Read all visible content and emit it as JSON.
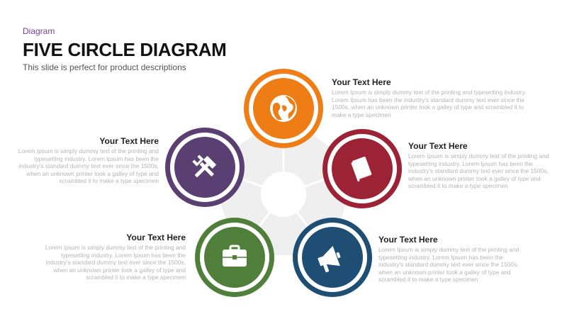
{
  "header": {
    "kicker": "Diagram",
    "title": "FIVE CIRCLE DIAGRAM",
    "subtitle": "This slide is perfect for product descriptions"
  },
  "colors": {
    "orange": "#ee7d16",
    "red": "#9b2335",
    "blue": "#1e4e73",
    "green": "#4f7f3a",
    "purple": "#5a3f72",
    "center": "#efefef"
  },
  "items": [
    {
      "id": "top",
      "icon": "globe-icon",
      "color": "#ee7d16",
      "heading": "Your Text Here",
      "body": "Lorem Ipsum is simply dummy text of the printing and typesetting industry. Lorem Ipsum has been the industry's standard dummy text ever since the 1500s, when an unknown printer took a galley of type and scrambled it to make a type specimen"
    },
    {
      "id": "right",
      "icon": "book-icon",
      "color": "#9b2335",
      "heading": "Your Text Here",
      "body": "Lorem Ipsum is simply dummy text of the printing and typesetting industry. Lorem Ipsum has been the industry's standard dummy text ever since the 1500s, when an unknown printer took a galley of type and scrambled it to make a type specimen"
    },
    {
      "id": "bottom-right",
      "icon": "megaphone-icon",
      "color": "#1e4e73",
      "heading": "Your Text Here",
      "body": "Lorem Ipsum is simply dummy text of the printing and typesetting industry. Lorem Ipsum has been the industry's standard dummy text ever since the 1500s, when an unknown printer took a galley of type and scrambled it to make a type specimen"
    },
    {
      "id": "bottom-left",
      "icon": "briefcase-icon",
      "color": "#4f7f3a",
      "heading": "Your Text Here",
      "body": "Lorem Ipsum is simply dummy text of the printing and typesetting industry. Lorem Ipsum has been the industry's standard dummy text ever since the 1500s, when an unknown printer took a galley of type and scrambled it to make a type specimen"
    },
    {
      "id": "left",
      "icon": "tools-icon",
      "color": "#5a3f72",
      "heading": "Your Text Here",
      "body": "Lorem Ipsum is simply dummy text of the printing and typesetting industry. Lorem Ipsum has been the industry's standard dummy text ever since the 1500s, when an unknown printer took a galley of type and scrambled it to make a type specimen"
    }
  ]
}
